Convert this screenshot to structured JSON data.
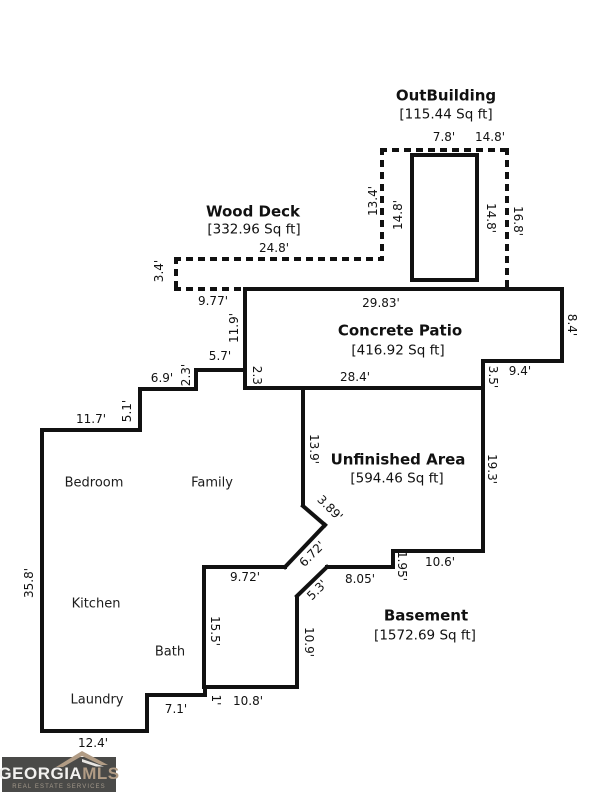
{
  "colors": {
    "wall": "#111111",
    "logo_bg": "#4a4a48",
    "logo_accent": "#b19c85",
    "logo_white": "#f2f1ef",
    "logo_tagline": "#a2988a"
  },
  "areas": [
    {
      "name": "OutBuilding",
      "sqft": "[115.44 Sq ft]"
    },
    {
      "name": "Wood Deck",
      "sqft": "[332.96 Sq ft]"
    },
    {
      "name": "Concrete Patio",
      "sqft": "[416.92 Sq ft]"
    },
    {
      "name": "Unfinished Area",
      "sqft": "[594.46 Sq ft]"
    },
    {
      "name": "Basement",
      "sqft": "[1572.69 Sq ft]"
    }
  ],
  "rooms": [
    "Bedroom",
    "Family",
    "Kitchen",
    "Bath",
    "Laundry"
  ],
  "dims": [
    "7.8'",
    "14.8'",
    "13.4'",
    "14.8'",
    "14.8'",
    "16.8'",
    "24.8'",
    "3.4'",
    "9.77'",
    "29.83'",
    "11.9'",
    "5.7'",
    "2.3'",
    "8.4'",
    "9.4'",
    "3.5'",
    "28.4'",
    "6.9'",
    "2.3'",
    "5.1'",
    "11.7'",
    "13.9'",
    "19.3'",
    "3.89'",
    "6.72'",
    "5.3'",
    "9.72'",
    "8.05'",
    "1.95'",
    "10.6'",
    "15.5'",
    "10.9'",
    "7.1'",
    "1'",
    "10.8'",
    "12.4'",
    "35.8'"
  ],
  "logo": {
    "brand": "GEORGIA",
    "brand_accent": "MLS",
    "tagline": "REAL ESTATE SERVICES",
    "roof_icon": "roof-chevron"
  }
}
